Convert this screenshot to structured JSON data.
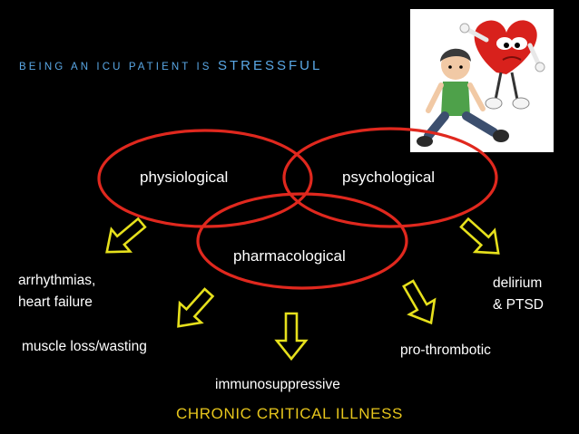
{
  "title": {
    "prefix": "BEING AN ICU PATIENT IS",
    "emphasis": "STRESSFUL"
  },
  "circles": {
    "physiological": "physiological",
    "psychological": "psychological",
    "pharmacological": "pharmacological"
  },
  "outcomes": {
    "arrhythmias": "arrhythmias,",
    "heart_failure": "heart failure",
    "muscle_loss": "muscle loss/wasting",
    "immunosuppressive": "immunosuppressive",
    "pro_thrombotic": "pro-thrombotic",
    "delirium": "delirium",
    "ptsd": "& PTSD"
  },
  "footer": "CHRONIC CRITICAL ILLNESS",
  "colors": {
    "title": "#5aa8e6",
    "circle": "#e0281e",
    "arrow": "#e6e01c",
    "footer": "#e6c51c",
    "background": "#000000"
  },
  "image": {
    "icon": "stressed-heart-and-boy-illustration"
  }
}
